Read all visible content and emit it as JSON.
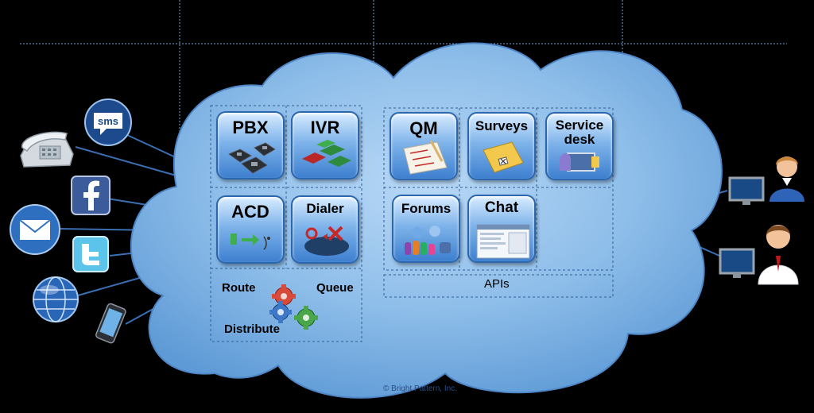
{
  "tiles": {
    "pbx": "PBX",
    "ivr": "IVR",
    "acd": "ACD",
    "dialer": "Dialer",
    "qm": "QM",
    "surveys": "Surveys",
    "service_desk": [
      "Service",
      "desk"
    ],
    "forums": "Forums",
    "chat": "Chat"
  },
  "routing": {
    "route": "Route",
    "queue": "Queue",
    "distribute": "Distribute"
  },
  "apis_label": "APIs",
  "copyright": "© Bright Pattern, Inc.",
  "icons": {
    "left": [
      "phone-icon",
      "sms-icon",
      "facebook-icon",
      "email-icon",
      "twitter-icon",
      "globe-icon",
      "mobile-phone-icon"
    ],
    "right": [
      "agent-workstation-female-icon",
      "agent-workstation-male-icon"
    ],
    "routing": "gears-icon"
  },
  "icon_text": {
    "sms": "sms"
  },
  "colors": {
    "cloud": "#7eb5ea",
    "tile": "#5b98dc",
    "background": "#000000"
  }
}
